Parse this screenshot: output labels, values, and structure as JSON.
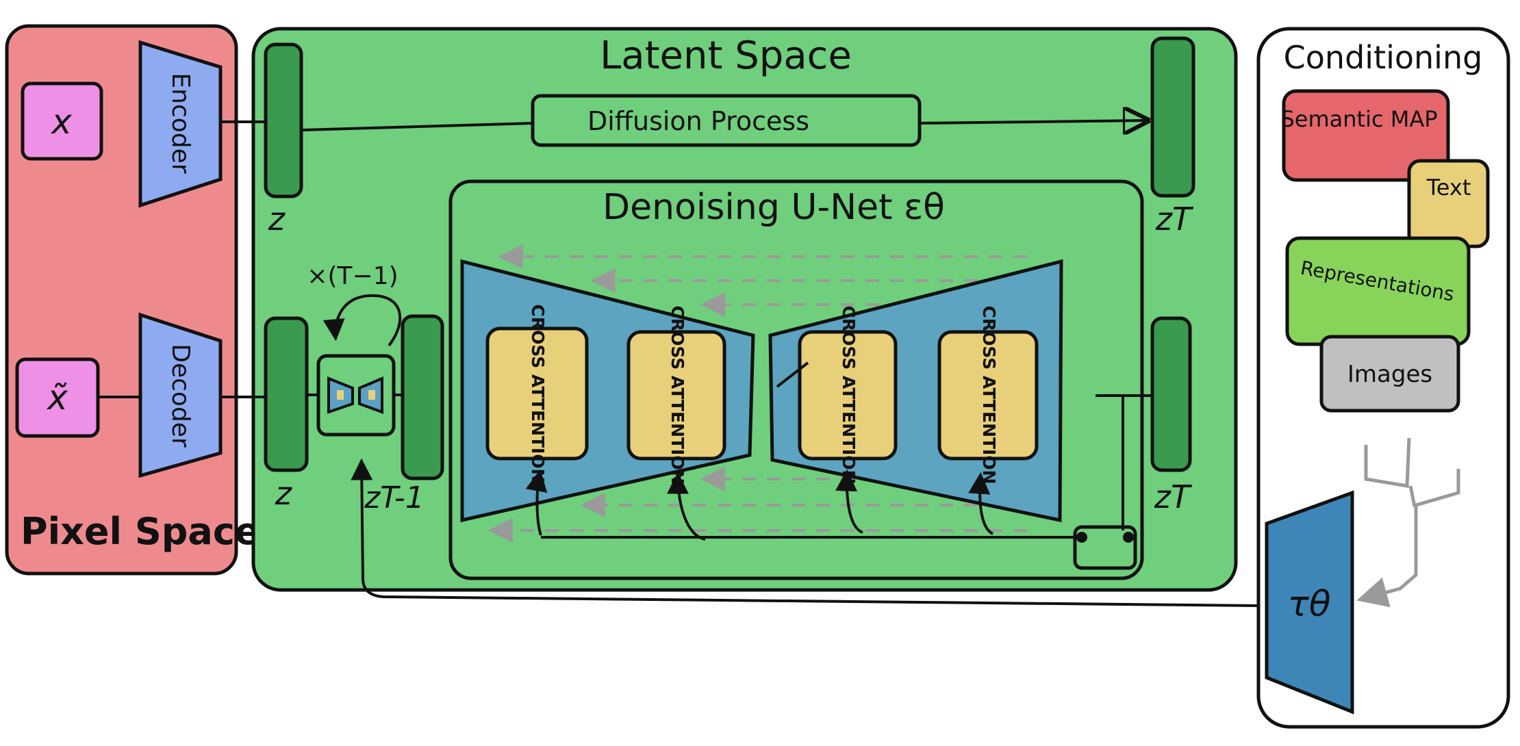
{
  "colors": {
    "pixel_space": "#ee8a8e",
    "latent_space": "#6fcf7c",
    "latent_block": "#3a9a4e",
    "unet_blue": "#5aa1c4",
    "attention_yellow": "#e8d07a",
    "input_pink": "#ee90e6",
    "encoder_blue": "#8eaaf0",
    "semantic_red": "#e5676b",
    "representations_green": "#88d45a",
    "images_gray": "#c0c0c0",
    "tau_blue": "#3f86b8",
    "outline": "#111111",
    "dashed_arrow": "#9a9a9a"
  },
  "pixel_space": {
    "title": "Pixel Space",
    "input_symbol": "x",
    "output_symbol": "x̃",
    "encoder": "Encoder",
    "decoder": "Decoder"
  },
  "latent_space": {
    "title": "Latent Space",
    "diffusion_process": "Diffusion Process",
    "z_top": "z",
    "z_t_top": "zT",
    "z_bottom": "z",
    "z_t_minus_1": "zT-1",
    "z_t_bottom": "zT",
    "repeat": "×(T−1)",
    "unet_title": "Denoising U-Net εθ",
    "cross_attention": [
      "CROSS ATTENTION",
      "CROSS ATTENTION",
      "CROSS ATTENTION",
      "CROSS ATTENTION"
    ]
  },
  "conditioning": {
    "title": "Conditioning",
    "items": [
      "Semantic MAP",
      "Text",
      "Representations",
      "Images"
    ],
    "tau": "τθ"
  }
}
